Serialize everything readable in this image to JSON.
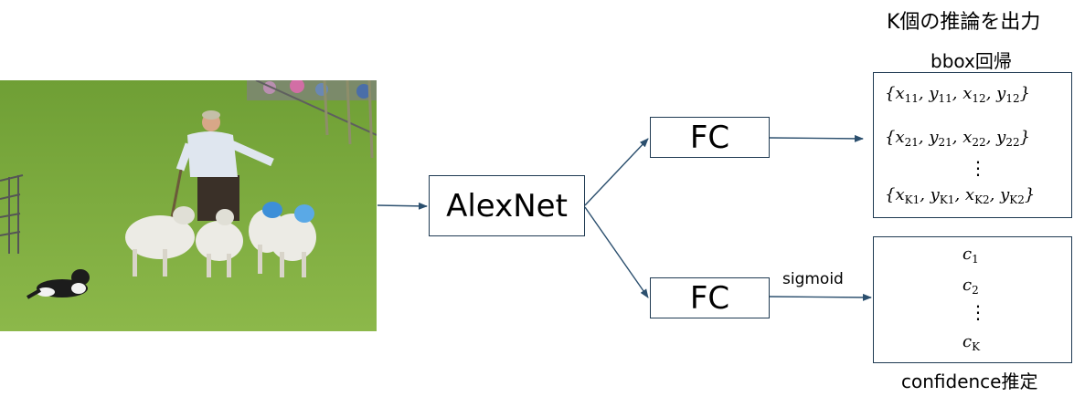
{
  "title_top": "K個の推論を出力",
  "bbox_label": "bbox回帰",
  "model_label": "AlexNet",
  "fc_top_label": "FC",
  "fc_bottom_label": "FC",
  "sigmoid_label": "sigmoid",
  "confidence_label": "confidence推定",
  "bbox_rows": [
    {
      "x1": "x",
      "s1": "11",
      "y1": "y",
      "t1": "11",
      "x2": "x",
      "s2": "12",
      "y2": "y",
      "t2": "12"
    },
    {
      "x1": "x",
      "s1": "21",
      "y1": "y",
      "t1": "21",
      "x2": "x",
      "s2": "22",
      "y2": "y",
      "t2": "22"
    },
    {
      "x1": "x",
      "s1": "K1",
      "y1": "y",
      "t1": "K1",
      "x2": "x",
      "s2": "K2",
      "y2": "y",
      "t2": "K2"
    }
  ],
  "conf_rows": [
    {
      "c": "c",
      "s": "1"
    },
    {
      "c": "c",
      "s": "2"
    },
    {
      "c": "c",
      "s": "K"
    }
  ],
  "ellipsis": "⋮",
  "colors": {
    "arrow": "#2b4f6e",
    "box_border": "#1f3a52",
    "grass": "#7fae3a"
  }
}
